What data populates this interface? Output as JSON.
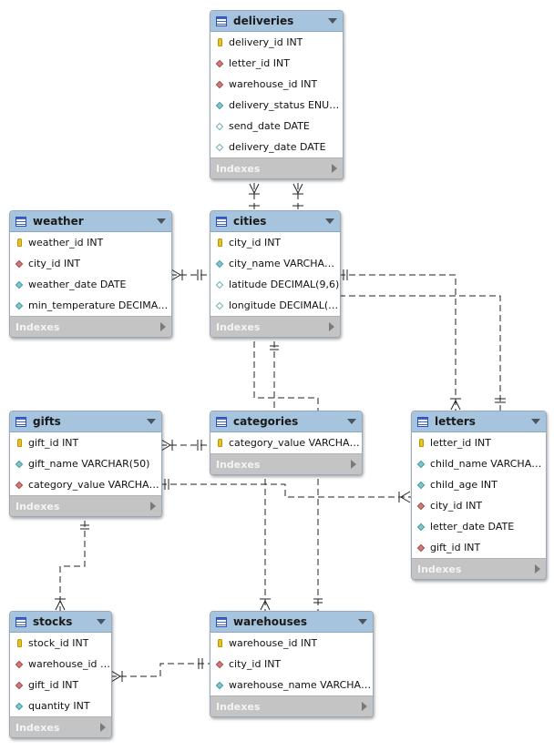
{
  "tables": {
    "deliveries": {
      "name": "deliveries",
      "indexes_label": "Indexes",
      "columns": [
        {
          "icon": "key",
          "text": "delivery_id INT"
        },
        {
          "icon": "fk",
          "text": "letter_id INT"
        },
        {
          "icon": "fk",
          "text": "warehouse_id INT"
        },
        {
          "icon": "nn",
          "text": "delivery_status ENUM(...."
        },
        {
          "icon": "nl",
          "text": "send_date DATE"
        },
        {
          "icon": "nl",
          "text": "delivery_date DATE"
        }
      ]
    },
    "weather": {
      "name": "weather",
      "indexes_label": "Indexes",
      "columns": [
        {
          "icon": "key",
          "text": "weather_id INT"
        },
        {
          "icon": "fk",
          "text": "city_id INT"
        },
        {
          "icon": "nn",
          "text": "weather_date DATE"
        },
        {
          "icon": "nn",
          "text": "min_temperature DECIMAL(5,..."
        }
      ]
    },
    "cities": {
      "name": "cities",
      "indexes_label": "Indexes",
      "columns": [
        {
          "icon": "key",
          "text": "city_id INT"
        },
        {
          "icon": "nn",
          "text": "city_name VARCHAR(3..."
        },
        {
          "icon": "nl",
          "text": "latitude DECIMAL(9,6)"
        },
        {
          "icon": "nl",
          "text": "longitude DECIMAL(9,6)"
        }
      ]
    },
    "gifts": {
      "name": "gifts",
      "indexes_label": "Indexes",
      "columns": [
        {
          "icon": "key",
          "text": "gift_id INT"
        },
        {
          "icon": "nn",
          "text": "gift_name VARCHAR(50)"
        },
        {
          "icon": "fk",
          "text": "category_value VARCHAR(5..."
        }
      ]
    },
    "categories": {
      "name": "categories",
      "indexes_label": "Indexes",
      "columns": [
        {
          "icon": "key",
          "text": "category_value VARCHAR(5..."
        }
      ]
    },
    "letters": {
      "name": "letters",
      "indexes_label": "Indexes",
      "columns": [
        {
          "icon": "key",
          "text": "letter_id INT"
        },
        {
          "icon": "nn",
          "text": "child_name VARCHAR(5..."
        },
        {
          "icon": "nn",
          "text": "child_age INT"
        },
        {
          "icon": "fk",
          "text": "city_id INT"
        },
        {
          "icon": "nn",
          "text": "letter_date DATE"
        },
        {
          "icon": "fk",
          "text": "gift_id INT"
        }
      ]
    },
    "stocks": {
      "name": "stocks",
      "indexes_label": "Indexes",
      "columns": [
        {
          "icon": "key",
          "text": "stock_id INT"
        },
        {
          "icon": "fk",
          "text": "warehouse_id I..."
        },
        {
          "icon": "fk",
          "text": "gift_id INT"
        },
        {
          "icon": "nn",
          "text": "quantity INT"
        }
      ]
    },
    "warehouses": {
      "name": "warehouses",
      "indexes_label": "Indexes",
      "columns": [
        {
          "icon": "key",
          "text": "warehouse_id INT"
        },
        {
          "icon": "fk",
          "text": "city_id INT"
        },
        {
          "icon": "nn",
          "text": "warehouse_name VARCHAR(3..."
        }
      ]
    }
  },
  "relationships": [
    {
      "from": "weather",
      "to": "cities"
    },
    {
      "from": "deliveries",
      "to": "cities"
    },
    {
      "from": "letters",
      "to": "cities"
    },
    {
      "from": "gifts",
      "to": "categories"
    },
    {
      "from": "letters",
      "to": "gifts"
    },
    {
      "from": "stocks",
      "to": "gifts"
    },
    {
      "from": "stocks",
      "to": "warehouses"
    },
    {
      "from": "warehouses",
      "to": "cities"
    },
    {
      "from": "deliveries",
      "to": "warehouses"
    },
    {
      "from": "deliveries",
      "to": "letters"
    }
  ]
}
